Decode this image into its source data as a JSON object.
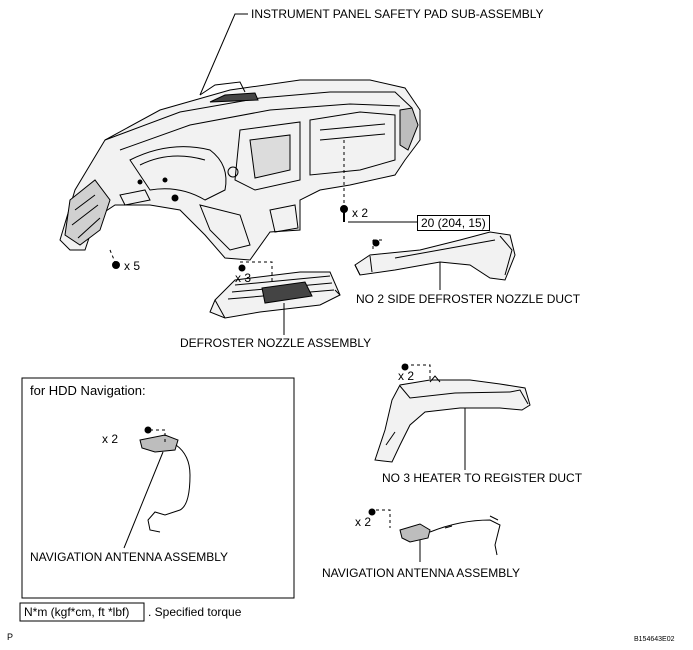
{
  "labels": {
    "safety_pad": "INSTRUMENT PANEL SAFETY PAD SUB-ASSEMBLY",
    "side_defroster": "NO  2 SIDE DEFROSTER NOZZLE DUCT",
    "defroster_nozzle": "DEFROSTER NOZZLE ASSEMBLY",
    "heater_register": "NO  3 HEATER TO REGISTER DUCT",
    "nav_antenna_right": "NAVIGATION ANTENNA ASSEMBLY",
    "nav_antenna_box": "NAVIGATION ANTENNA ASSEMBLY"
  },
  "quantities": {
    "bolt_center": "x 2",
    "screws_left": "x 5",
    "screws_defroster": "x 3",
    "screws_heater": "x 2",
    "screws_nav_box": "x 2",
    "screws_nav_right": "x 2"
  },
  "torque": {
    "value": "20 (204, 15)"
  },
  "hdd_box": {
    "title": "for HDD Navigation:"
  },
  "legend": {
    "unit": "N*m (kgf*cm, ft *lbf)",
    "text": ". Specified torque"
  },
  "footer": {
    "letter": "P",
    "code": "B154643E02"
  }
}
